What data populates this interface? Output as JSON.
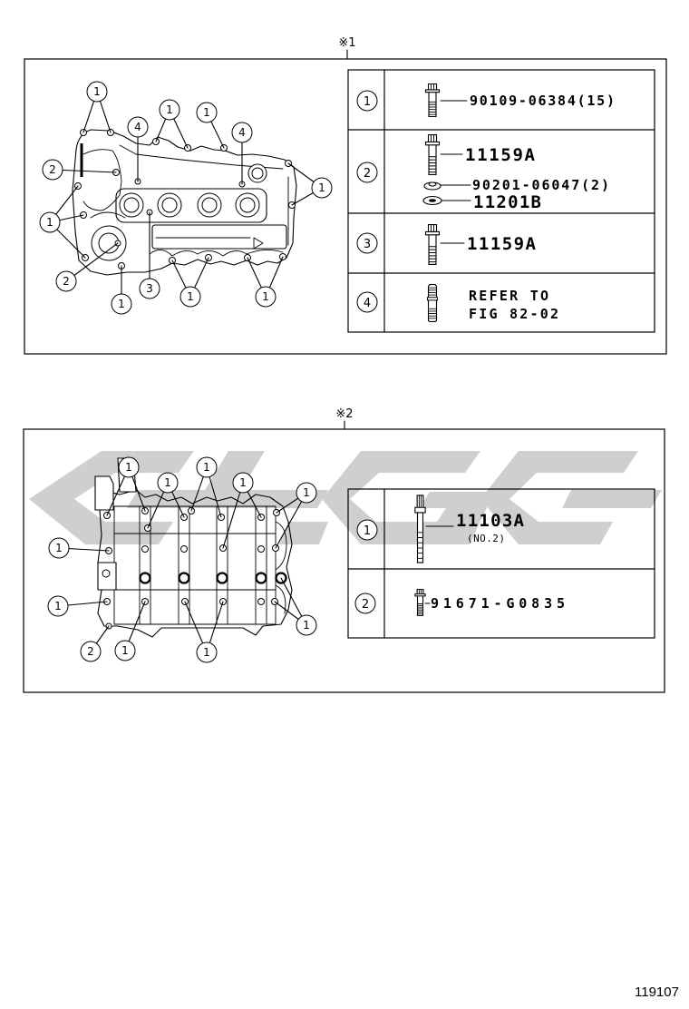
{
  "panel1": {
    "label": "※1",
    "callouts": [
      "1",
      "1",
      "1",
      "4",
      "4",
      "2",
      "1",
      "1",
      "2",
      "3",
      "1",
      "1",
      "1"
    ],
    "table": [
      {
        "ref": "1",
        "parts": [
          "90109-06384(15)"
        ],
        "icon": "flange-bolt-icon"
      },
      {
        "ref": "2",
        "parts": [
          "11159A",
          "90201-06047(2)",
          "11201B"
        ],
        "icon": "flange-bolt-icon"
      },
      {
        "ref": "3",
        "parts": [
          "11159A"
        ],
        "icon": "flange-bolt-icon"
      },
      {
        "ref": "4",
        "parts": [
          "REFER TO",
          "FIG 82-02"
        ],
        "icon": "stud-bolt-icon"
      }
    ]
  },
  "panel2": {
    "label": "※2",
    "callouts": [
      "1",
      "1",
      "1",
      "1",
      "1",
      "1",
      "1",
      "2",
      "1",
      "1",
      "1"
    ],
    "table": [
      {
        "ref": "1",
        "parts": [
          "11103A",
          "(NO.2)"
        ],
        "icon": "long-bolt-icon"
      },
      {
        "ref": "2",
        "parts": [
          "91671-G0835"
        ],
        "icon": "flange-bolt-icon"
      }
    ]
  },
  "page_number": "119107",
  "colors": {
    "ink": "#000000",
    "watermark": "#cfcfcf"
  }
}
